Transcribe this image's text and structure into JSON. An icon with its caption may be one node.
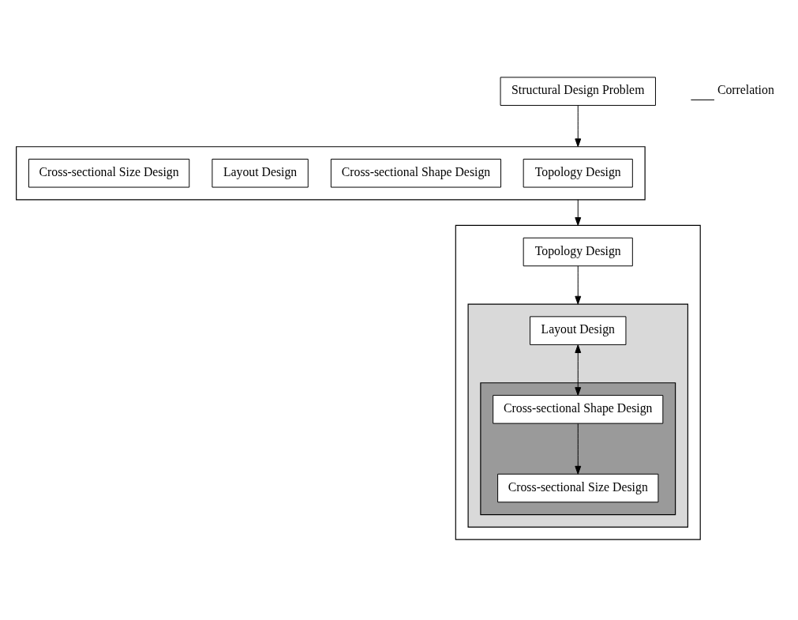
{
  "diagram": {
    "nodes": [
      {
        "text": [
          "Structural Design Problem"
        ]
      },
      {
        "text": [],
        "shape": "box"
      },
      {
        "text": [
          "Topology Design"
        ],
        "in": 1
      },
      {
        "text": [
          "Cross-sectional Shape Design"
        ],
        "in": 1
      },
      {
        "text": [
          "Layout Design"
        ],
        "in": 1
      },
      {
        "text": [
          "Cross-sectional Size Design"
        ],
        "in": 1
      },
      {
        "text": [],
        "shape": "box"
      },
      {
        "text": [
          "Topology Design"
        ],
        "in": 6
      },
      {
        "text": [],
        "shape": "box",
        "in": 6
      },
      {
        "text": [
          "Layout Design"
        ],
        "in": 8
      },
      {
        "text": [],
        "shape": "box",
        "in": 8
      },
      {
        "text": [
          "Cross-sectional Shape Design"
        ],
        "in": 10
      },
      {
        "text": [
          "Cross-sectional Size Design"
        ],
        "in": 10
      }
    ],
    "edges": [
      {
        "from": 0,
        "to": 1,
        "arrow": "to"
      },
      {
        "from": 1,
        "to": 6,
        "arrow": "to"
      },
      {
        "from": 7,
        "to": 8,
        "arrow": "to"
      },
      {
        "from": 9,
        "to": 11,
        "arrow": "both"
      },
      {
        "from": 11,
        "to": 12,
        "arrow": "to"
      }
    ],
    "legend": [
      {
        "text": "Correlation"
      }
    ]
  }
}
